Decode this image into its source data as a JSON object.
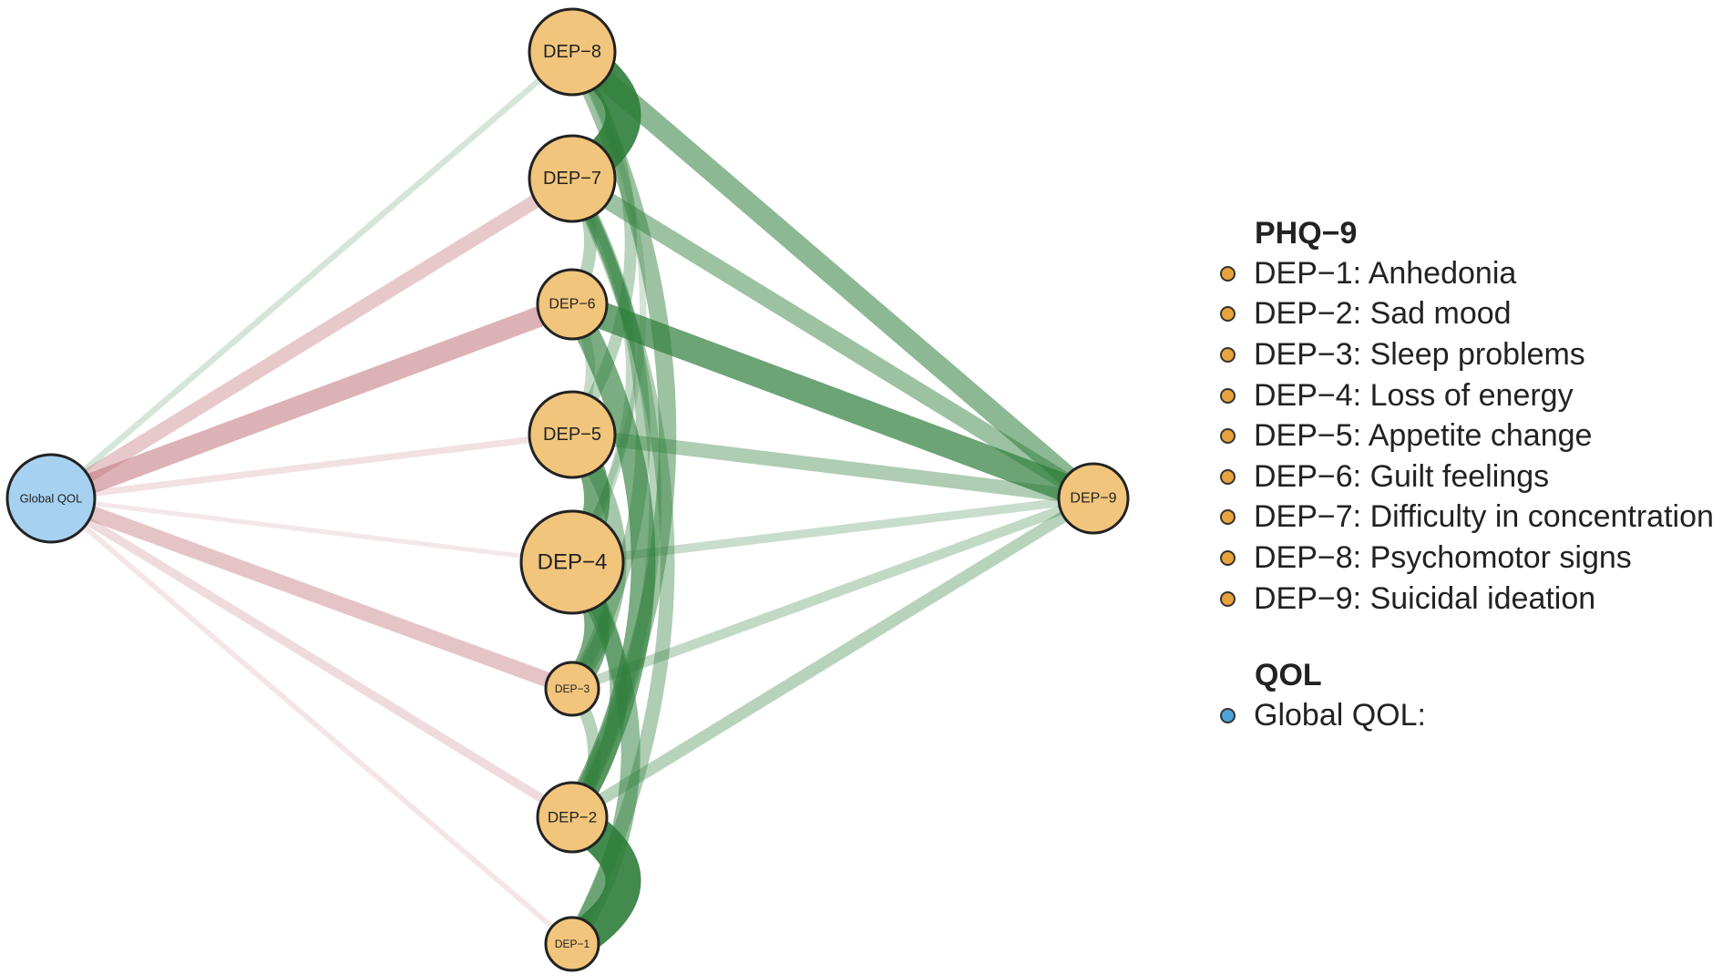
{
  "colors": {
    "phq_node": "#F2C57C",
    "qol_node": "#A6D1F0",
    "phq_legend_dot": "#E8A33C",
    "qol_legend_dot": "#4FA3DA",
    "positive_edge": "#2E7D3A",
    "negative_edge": "#C0727A",
    "node_border": "#222222"
  },
  "nodes": [
    {
      "id": "Global QOL",
      "label": "Global QOL",
      "group": "QOL"
    },
    {
      "id": "DEP-8",
      "label": "DEP−8",
      "group": "PHQ-9"
    },
    {
      "id": "DEP-7",
      "label": "DEP−7",
      "group": "PHQ-9"
    },
    {
      "id": "DEP-6",
      "label": "DEP−6",
      "group": "PHQ-9"
    },
    {
      "id": "DEP-5",
      "label": "DEP−5",
      "group": "PHQ-9"
    },
    {
      "id": "DEP-4",
      "label": "DEP−4",
      "group": "PHQ-9"
    },
    {
      "id": "DEP-3",
      "label": "DEP−3",
      "group": "PHQ-9"
    },
    {
      "id": "DEP-2",
      "label": "DEP−2",
      "group": "PHQ-9"
    },
    {
      "id": "DEP-1",
      "label": "DEP−1",
      "group": "PHQ-9"
    },
    {
      "id": "DEP-9",
      "label": "DEP−9",
      "group": "PHQ-9"
    }
  ],
  "edges": [
    {
      "from": "Global QOL",
      "to": "DEP-8",
      "weight": 0.1,
      "sign": "positive"
    },
    {
      "from": "Global QOL",
      "to": "DEP-7",
      "weight": 0.35,
      "sign": "negative"
    },
    {
      "from": "Global QOL",
      "to": "DEP-6",
      "weight": 0.55,
      "sign": "negative"
    },
    {
      "from": "Global QOL",
      "to": "DEP-5",
      "weight": 0.12,
      "sign": "negative"
    },
    {
      "from": "Global QOL",
      "to": "DEP-4",
      "weight": 0.06,
      "sign": "negative"
    },
    {
      "from": "Global QOL",
      "to": "DEP-3",
      "weight": 0.38,
      "sign": "negative"
    },
    {
      "from": "Global QOL",
      "to": "DEP-2",
      "weight": 0.18,
      "sign": "negative"
    },
    {
      "from": "Global QOL",
      "to": "DEP-1",
      "weight": 0.08,
      "sign": "negative"
    },
    {
      "from": "DEP-8",
      "to": "DEP-7",
      "weight": 1.0,
      "sign": "positive"
    },
    {
      "from": "DEP-8",
      "to": "DEP-9",
      "weight": 0.55,
      "sign": "positive"
    },
    {
      "from": "DEP-8",
      "to": "DEP-5",
      "weight": 0.28,
      "sign": "positive"
    },
    {
      "from": "DEP-8",
      "to": "DEP-2",
      "weight": 0.45,
      "sign": "positive"
    },
    {
      "from": "DEP-8",
      "to": "DEP-4",
      "weight": 0.12,
      "sign": "positive"
    },
    {
      "from": "DEP-7",
      "to": "DEP-9",
      "weight": 0.45,
      "sign": "positive"
    },
    {
      "from": "DEP-7",
      "to": "DEP-6",
      "weight": 0.3,
      "sign": "positive"
    },
    {
      "from": "DEP-7",
      "to": "DEP-3",
      "weight": 0.35,
      "sign": "positive"
    },
    {
      "from": "DEP-7",
      "to": "DEP-2",
      "weight": 0.28,
      "sign": "positive"
    },
    {
      "from": "DEP-7",
      "to": "DEP-4",
      "weight": 0.22,
      "sign": "positive"
    },
    {
      "from": "DEP-7",
      "to": "DEP-1",
      "weight": 0.35,
      "sign": "positive"
    },
    {
      "from": "DEP-6",
      "to": "DEP-9",
      "weight": 0.75,
      "sign": "positive"
    },
    {
      "from": "DEP-6",
      "to": "DEP-2",
      "weight": 0.65,
      "sign": "positive"
    },
    {
      "from": "DEP-6",
      "to": "DEP-5",
      "weight": 0.2,
      "sign": "positive"
    },
    {
      "from": "DEP-5",
      "to": "DEP-4",
      "weight": 0.7,
      "sign": "positive"
    },
    {
      "from": "DEP-5",
      "to": "DEP-9",
      "weight": 0.35,
      "sign": "positive"
    },
    {
      "from": "DEP-5",
      "to": "DEP-3",
      "weight": 0.4,
      "sign": "positive"
    },
    {
      "from": "DEP-4",
      "to": "DEP-3",
      "weight": 0.68,
      "sign": "positive"
    },
    {
      "from": "DEP-4",
      "to": "DEP-9",
      "weight": 0.18,
      "sign": "positive"
    },
    {
      "from": "DEP-4",
      "to": "DEP-2",
      "weight": 0.45,
      "sign": "positive"
    },
    {
      "from": "DEP-4",
      "to": "DEP-1",
      "weight": 0.5,
      "sign": "positive"
    },
    {
      "from": "DEP-3",
      "to": "DEP-2",
      "weight": 0.3,
      "sign": "positive"
    },
    {
      "from": "DEP-3",
      "to": "DEP-9",
      "weight": 0.22,
      "sign": "positive"
    },
    {
      "from": "DEP-2",
      "to": "DEP-1",
      "weight": 1.0,
      "sign": "positive"
    },
    {
      "from": "DEP-2",
      "to": "DEP-9",
      "weight": 0.28,
      "sign": "positive"
    }
  ],
  "legend": {
    "groups": [
      {
        "title": "PHQ−9",
        "dot_color": "#E8A33C",
        "items": [
          "DEP−1: Anhedonia",
          "DEP−2: Sad mood",
          "DEP−3: Sleep problems",
          "DEP−4: Loss of energy",
          "DEP−5: Appetite change",
          "DEP−6: Guilt feelings",
          "DEP−7: Difficulty in concentration",
          "DEP−8: Psychomotor signs",
          "DEP−9: Suicidal ideation"
        ]
      },
      {
        "title": "QOL",
        "dot_color": "#4FA3DA",
        "items": [
          "Global QOL:"
        ]
      }
    ]
  }
}
